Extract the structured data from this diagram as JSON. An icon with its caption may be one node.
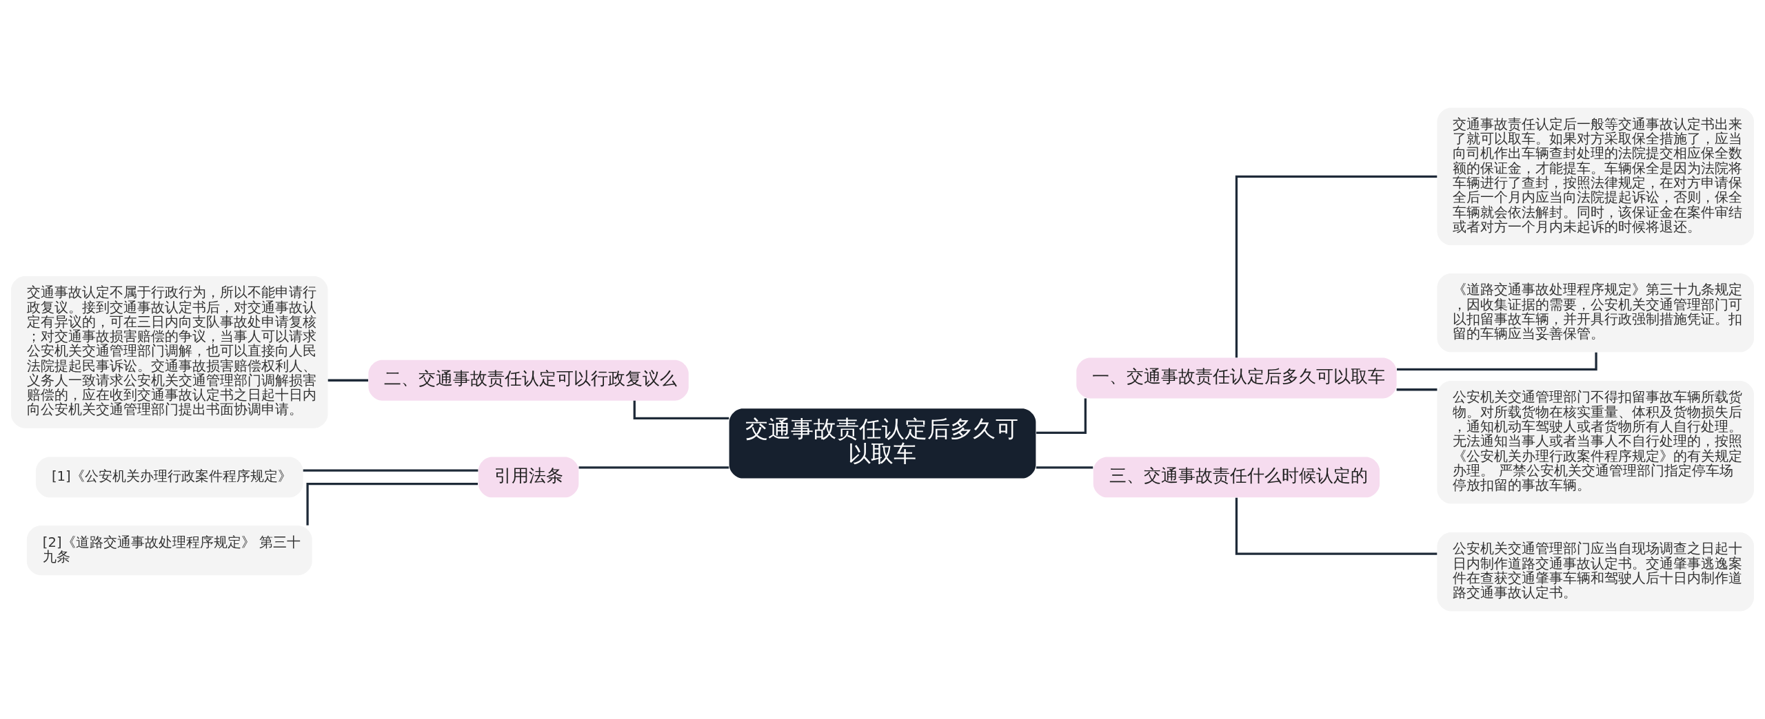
{
  "diagram": {
    "nodes": [
      {
        "text": [
          "交通事故责任认定后多久可以取车"
        ]
      },
      {
        "text": [
          "一、交通事故责任认定后多久可以取车"
        ]
      },
      {
        "text": [
          "交通事故责任认定后一般等交通事故认定书出来了就可以取车。如果对方采取保全措施了，应当向司机作出车辆查封处理的法院提交相应保全数额的保证金，才能提车。车辆保全是因为法院将车辆进行了查封，按照法律规定，在对方申请保全后一个月内应当向法院提起诉讼，否则，保全车辆就会依法解封。同时，该保证金在案件审结或者对方一个月内未起诉的时候将退还。"
        ]
      },
      {
        "text": [
          "《道路交通事故处理程序规定》第三十九条规定，因收集证据的需要，公安机关交通管理部门可以扣留事故车辆，并开具行政强制措施凭证。扣留的车辆应当妥善保管。"
        ]
      },
      {
        "text": [
          "公安机关交通管理部门不得扣留事故车辆所载货物。对所载货物在核实重量、体积及货物损失后，通知机动车驾驶人或者货物所有人自行处理。无法通知当事人或者当事人不自行处理的，按照《公安机关办理行政案件程序规定》的有关规定办理。 严禁公安机关交通管理部门指定停车场停放扣留的事故车辆。"
        ]
      },
      {
        "text": [
          "三、交通事故责任什么时候认定的"
        ]
      },
      {
        "text": [
          "公安机关交通管理部门应当自现场调查之日起十日内制作道路交通事故认定书。交通肇事逃逸案件在查获交通肇事车辆和驾驶人后十日内制作道路交通事故认定书。"
        ]
      },
      {
        "text": [
          "二、交通事故责任认定可以行政复议么"
        ]
      },
      {
        "text": [
          "交通事故认定不属于行政行为，所以不能申请行政复议。接到交通事故认定书后，对交通事故认定有异议的，可在三日内向支队事故处申请复核；对交通事故损害赔偿的争议，当事人可以请求公安机关交通管理部门调解，也可以直接向人民法院提起民事诉讼。交通事故损害赔偿权利人、义务人一致请求公安机关交通管理部门调解损害赔偿的，应在收到交通事故认定书之日起十日内向公安机关交通管理部门提出书面协调申请。"
        ]
      },
      {
        "text": [
          "引用法条"
        ]
      },
      {
        "text": [
          "[1]《公安机关办理行政案件程序规定》"
        ]
      },
      {
        "text": [
          "[2]《道路交通事故处理程序规定》 第三十九条"
        ]
      }
    ],
    "edges": [
      {
        "from": 0,
        "to": 1,
        "arrow": "none"
      },
      {
        "from": 1,
        "to": 2,
        "arrow": "none"
      },
      {
        "from": 1,
        "to": 3,
        "arrow": "none"
      },
      {
        "from": 1,
        "to": 4,
        "arrow": "none"
      },
      {
        "from": 0,
        "to": 5,
        "arrow": "none"
      },
      {
        "from": 5,
        "to": 6,
        "arrow": "none"
      },
      {
        "from": 0,
        "to": 7,
        "arrow": "none"
      },
      {
        "from": 7,
        "to": 8,
        "arrow": "none"
      },
      {
        "from": 0,
        "to": 9,
        "arrow": "none"
      },
      {
        "from": 9,
        "to": 10,
        "arrow": "none"
      },
      {
        "from": 9,
        "to": 11,
        "arrow": "none"
      }
    ]
  }
}
